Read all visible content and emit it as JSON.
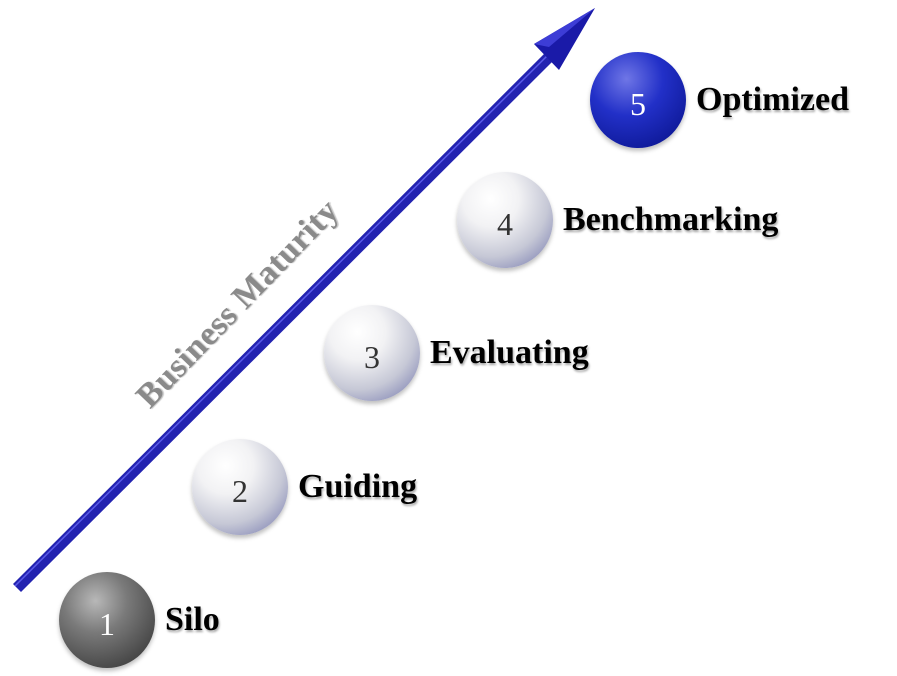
{
  "axis": {
    "label": "Business Maturity",
    "arrow_color": "#1a1aa8",
    "label_color": "#8a8a8a"
  },
  "stages": [
    {
      "number": "1",
      "label": "Silo",
      "style": "dark"
    },
    {
      "number": "2",
      "label": "Guiding",
      "style": "light"
    },
    {
      "number": "3",
      "label": "Evaluating",
      "style": "light"
    },
    {
      "number": "4",
      "label": "Benchmarking",
      "style": "light"
    },
    {
      "number": "5",
      "label": "Optimized",
      "style": "blue"
    }
  ]
}
